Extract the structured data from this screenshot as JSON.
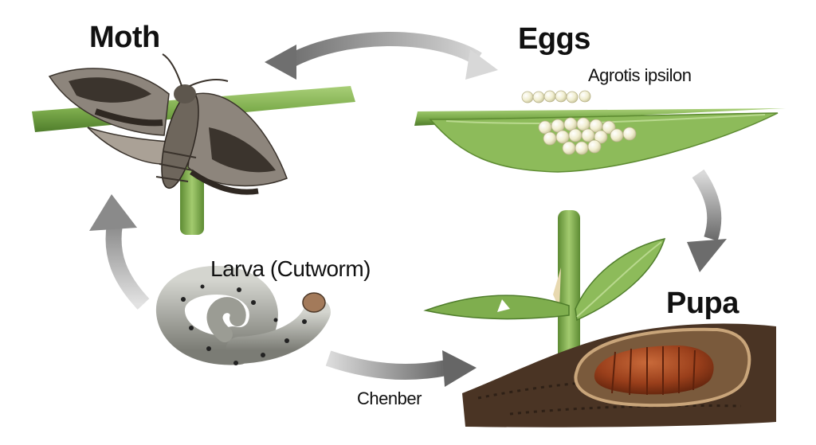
{
  "stages": {
    "moth": "Moth",
    "eggs": "Eggs",
    "species": "Agrotis ipsilon",
    "larva": "Larva (Cutworm)",
    "pupa": "Pupa",
    "caption": "Chenber"
  },
  "colors": {
    "arrow_dark": "#6f6f6f",
    "arrow_light": "#d6d6d6",
    "stem_green": "#7fae4e",
    "leaf_green": "#8dbb5a",
    "egg": "#f3f0d4",
    "soil": "#4a3424",
    "pupa_brown": "#9a3f1b",
    "moth_gray": "#8d857c",
    "larva_gray": "#a9aaa3"
  }
}
